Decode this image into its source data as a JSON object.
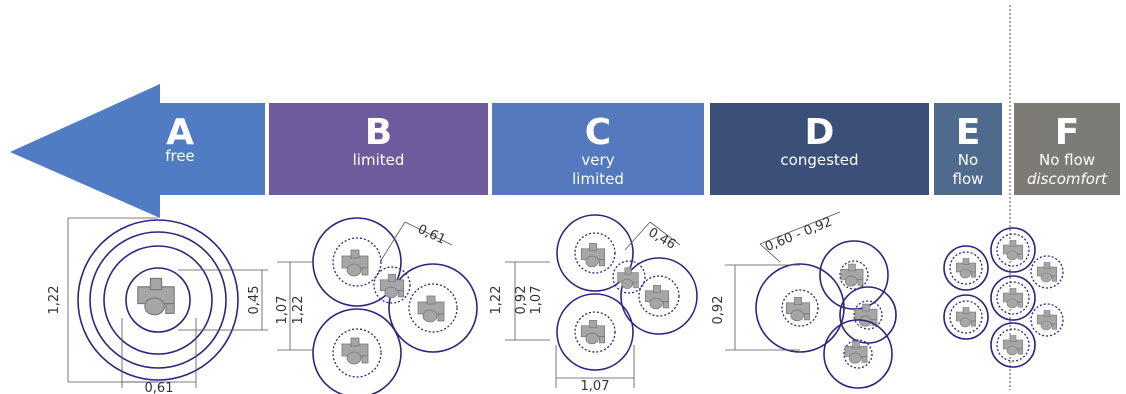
{
  "colors": {
    "A": "#4f7cc3",
    "B": "#6e5b9e",
    "C": "#5479bd",
    "D": "#3a5079",
    "E": "#4e6a8c",
    "F": "#7c7b76",
    "outline": "#2d2580",
    "person": "#a6a6a6",
    "dim": "#555555"
  },
  "levels": {
    "A": {
      "letter": "A",
      "label": "free"
    },
    "B": {
      "letter": "B",
      "label": "limited"
    },
    "C": {
      "letter": "C",
      "label_line1": "very",
      "label_line2": "limited"
    },
    "D": {
      "letter": "D",
      "label": "congested"
    },
    "E": {
      "letter": "E",
      "label_line1": "No",
      "label_line2": "flow"
    },
    "F": {
      "letter": "F",
      "label_line1": "No flow",
      "label_line2": "discomfort"
    }
  },
  "dimensions": {
    "A_height": "1,22",
    "A_inner": "0,45",
    "A_width": "0,61",
    "B_spacing": "0,61",
    "B_outer": "1,22",
    "B_inner": "1,07",
    "C_spacing": "0,46",
    "C_outer": "1,22",
    "C_inner_a": "0,92",
    "C_inner_b": "1,07",
    "C_width": "1,07",
    "D_spacing": "0,60 - 0,92",
    "D_height": "0,92"
  }
}
